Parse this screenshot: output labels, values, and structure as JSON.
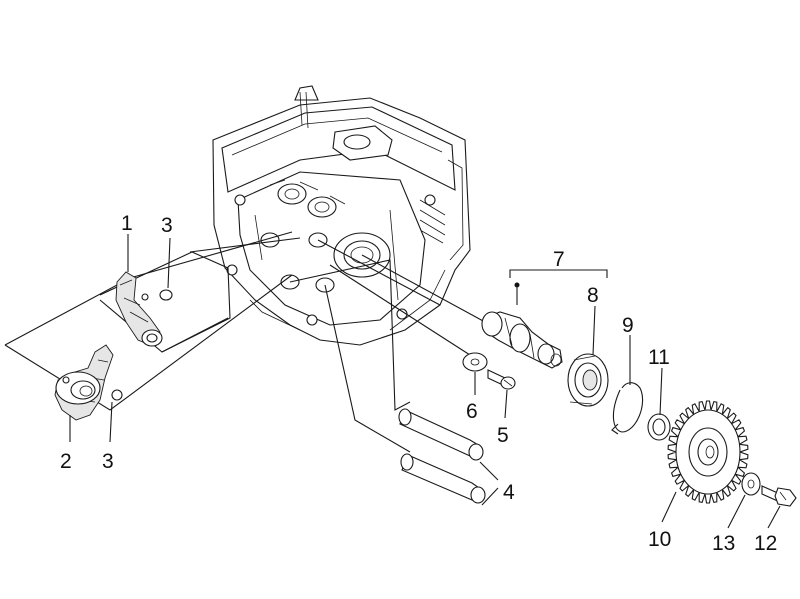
{
  "diagram": {
    "callouts": [
      {
        "id": "c1",
        "text": "1"
      },
      {
        "id": "c2",
        "text": "2"
      },
      {
        "id": "c3a",
        "text": "3"
      },
      {
        "id": "c3b",
        "text": "3"
      },
      {
        "id": "c4",
        "text": "4"
      },
      {
        "id": "c5",
        "text": "5"
      },
      {
        "id": "c6",
        "text": "6"
      },
      {
        "id": "c7",
        "text": "7"
      },
      {
        "id": "c8",
        "text": "8"
      },
      {
        "id": "c9",
        "text": "9"
      },
      {
        "id": "c10",
        "text": "10"
      },
      {
        "id": "c11",
        "text": "11"
      },
      {
        "id": "c12",
        "text": "12"
      },
      {
        "id": "c13",
        "text": "13"
      }
    ]
  }
}
